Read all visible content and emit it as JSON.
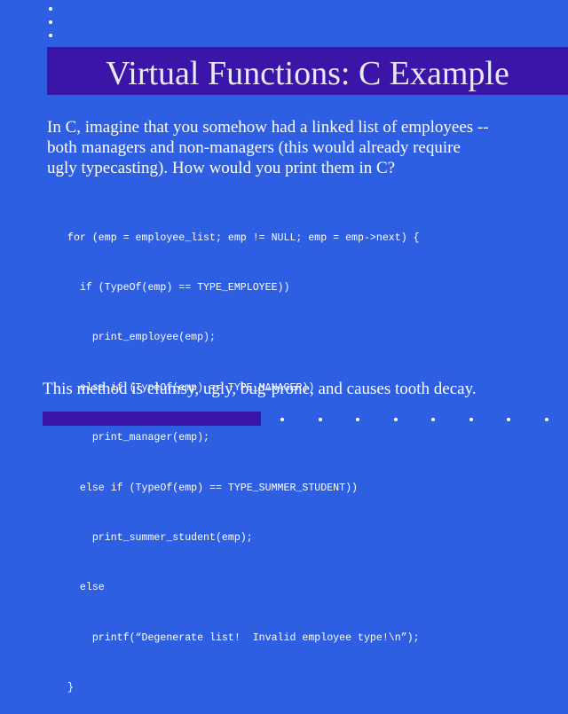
{
  "slide": {
    "title": "Virtual Functions: C Example",
    "intro_lines": [
      "In C, imagine that you somehow had a linked list of employees --",
      "both managers and non-managers (this would already require",
      "ugly typecasting).  How would you print them in C?"
    ],
    "code_lines": [
      "for (emp = employee_list; emp != NULL; emp = emp->next) {",
      "  if (TypeOf(emp) == TYPE_EMPLOYEE))",
      "    print_employee(emp);",
      "  else if (TypeOf(emp) == TYPE_MANAGER))",
      "    print_manager(emp);",
      "  else if (TypeOf(emp) == TYPE_SUMMER_STUDENT))",
      "    print_summer_student(emp);",
      "  else",
      "    printf(“Degenerate list!  Invalid employee type!\\n”);",
      "}"
    ],
    "conclusion": "This method is clumsy, ugly, bug-prone, and causes tooth decay.",
    "colors": {
      "background": "#2E5FE3",
      "accent_bar": "#3A15A8",
      "text": "#FFFFFF",
      "title_text": "#E8E8F8"
    }
  }
}
